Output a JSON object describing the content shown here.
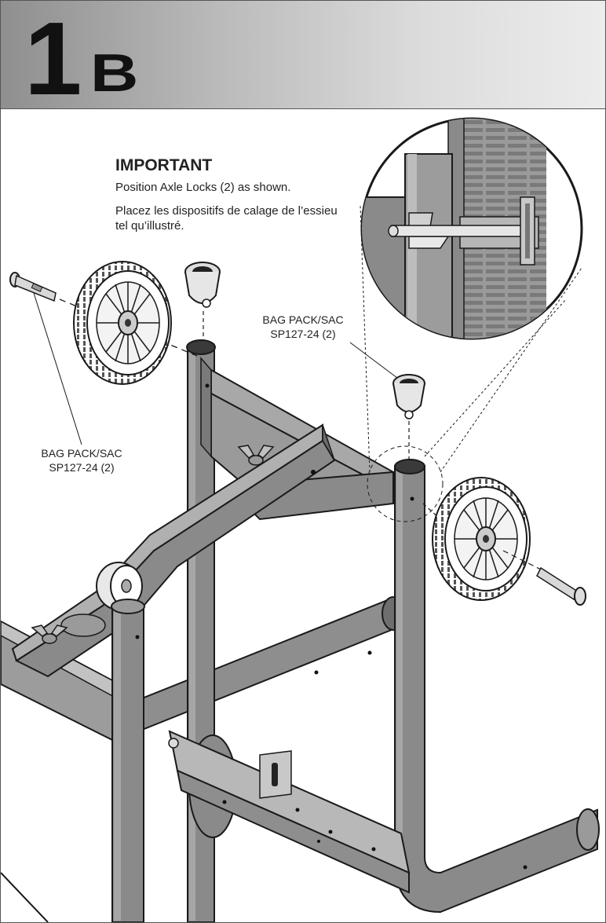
{
  "header": {
    "step_number": "1",
    "step_letter": "B"
  },
  "important": {
    "title": "IMPORTANT",
    "text_en": "Position Axle Locks (2) as shown.",
    "text_fr": "Placez les dispositifs de calage de l’essieu tel qu’illustré."
  },
  "callouts": [
    {
      "line1": "BAG PACK/SAC",
      "line2": "SP127-24 (2)"
    },
    {
      "line1": "BAG PACK/SAC",
      "line2": "SP127-24 (2)"
    }
  ],
  "colors": {
    "frame": "#8a8a8a",
    "frame_dark": "#6e6e6e",
    "frame_light": "#b4b4b4",
    "line": "#1a1a1a"
  }
}
